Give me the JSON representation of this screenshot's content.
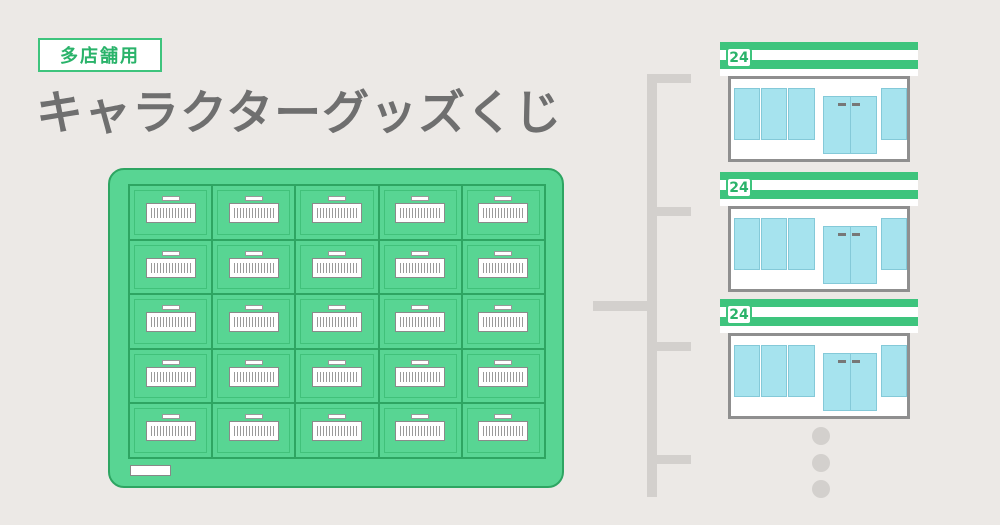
{
  "badge": {
    "label": "多店舗用"
  },
  "title": {
    "text": "キャラクターグッズくじ"
  },
  "board": {
    "rows": 5,
    "columns": 5
  },
  "stores": [
    {
      "sign": "24"
    },
    {
      "sign": "24"
    },
    {
      "sign": "24"
    }
  ],
  "colors": {
    "background": "#ece9e6",
    "accent_green": "#3ec47d",
    "board_green": "#58d593",
    "title_gray": "#6f6f6f",
    "window_blue": "#a6e3ee"
  }
}
